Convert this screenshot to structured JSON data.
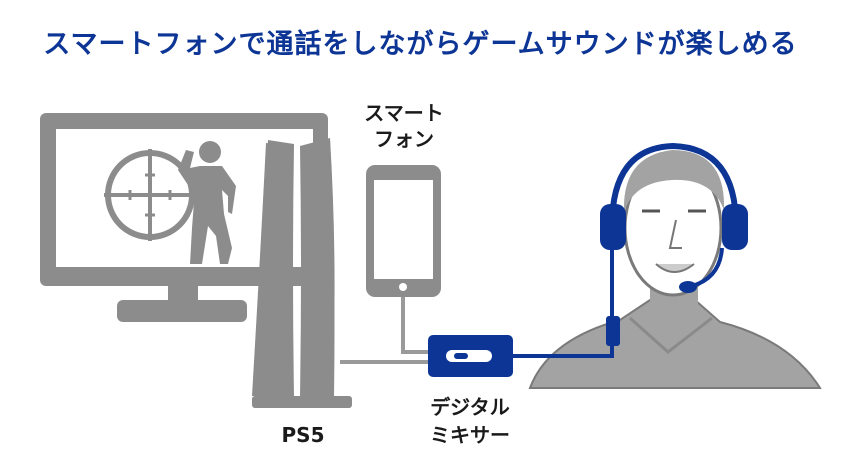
{
  "title": "スマートフォンで通話をしながらゲームサウンドが楽しめる",
  "labels": {
    "smartphone_line1": "スマート",
    "smartphone_line2": "フォン",
    "ps5": "PS5",
    "mixer_line1": "デジタル",
    "mixer_line2": "ミキサー"
  },
  "colors": {
    "title": "#0d3596",
    "accent": "#0d3596",
    "device_gray": "#8c8c8c",
    "cable_gray": "#9a9a9a",
    "person_fill": "#a3a3a3",
    "outline": "#7a7a7a"
  },
  "icons": [
    "monitor-icon",
    "crosshair-icon",
    "soldier-silhouette",
    "ps5-console-icon",
    "smartphone-icon",
    "digital-mixer-icon",
    "person-with-headset-icon"
  ]
}
